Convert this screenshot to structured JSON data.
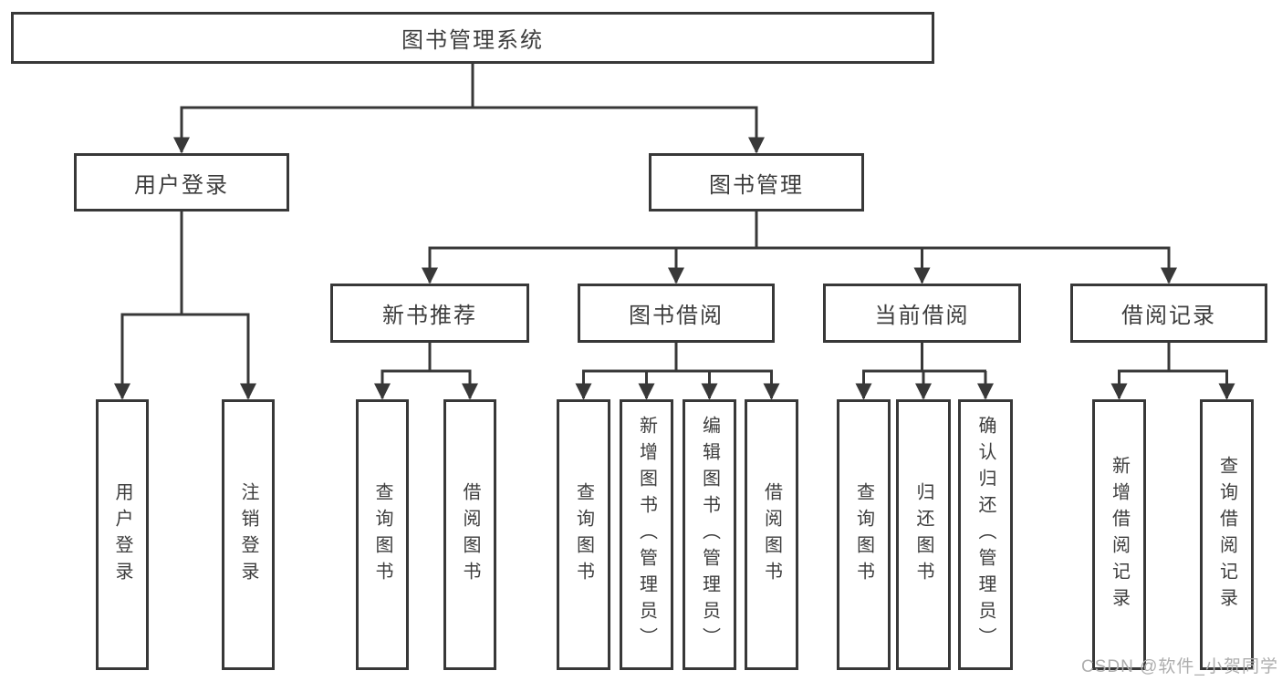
{
  "diagram": {
    "root": {
      "label": "图书管理系统"
    },
    "level2": [
      {
        "label": "用户登录"
      },
      {
        "label": "图书管理"
      }
    ],
    "level3": [
      {
        "label": "新书推荐"
      },
      {
        "label": "图书借阅"
      },
      {
        "label": "当前借阅"
      },
      {
        "label": "借阅记录"
      }
    ],
    "leaves": {
      "user_login": [
        {
          "label": "用户登录"
        },
        {
          "label": "注销登录"
        }
      ],
      "new_book": [
        {
          "label": "查询图书"
        },
        {
          "label": "借阅图书"
        }
      ],
      "book_borrow": [
        {
          "label": "查询图书"
        },
        {
          "label": "新增图书（管理员）"
        },
        {
          "label": "编辑图书（管理员）"
        },
        {
          "label": "借阅图书"
        }
      ],
      "current_borrow": [
        {
          "label": "查询图书"
        },
        {
          "label": "归还图书"
        },
        {
          "label": "确认归还（管理员）"
        }
      ],
      "borrow_record": [
        {
          "label": "新增借阅记录"
        },
        {
          "label": "查询借阅记录"
        }
      ]
    }
  },
  "watermark": {
    "text": "CSDN @软件_小贺同学"
  },
  "colors": {
    "line": "#383838",
    "text": "#3d3d3d",
    "box_background": "#ffffff",
    "watermark": "#aeaeae",
    "page_background": "#ffffff"
  }
}
